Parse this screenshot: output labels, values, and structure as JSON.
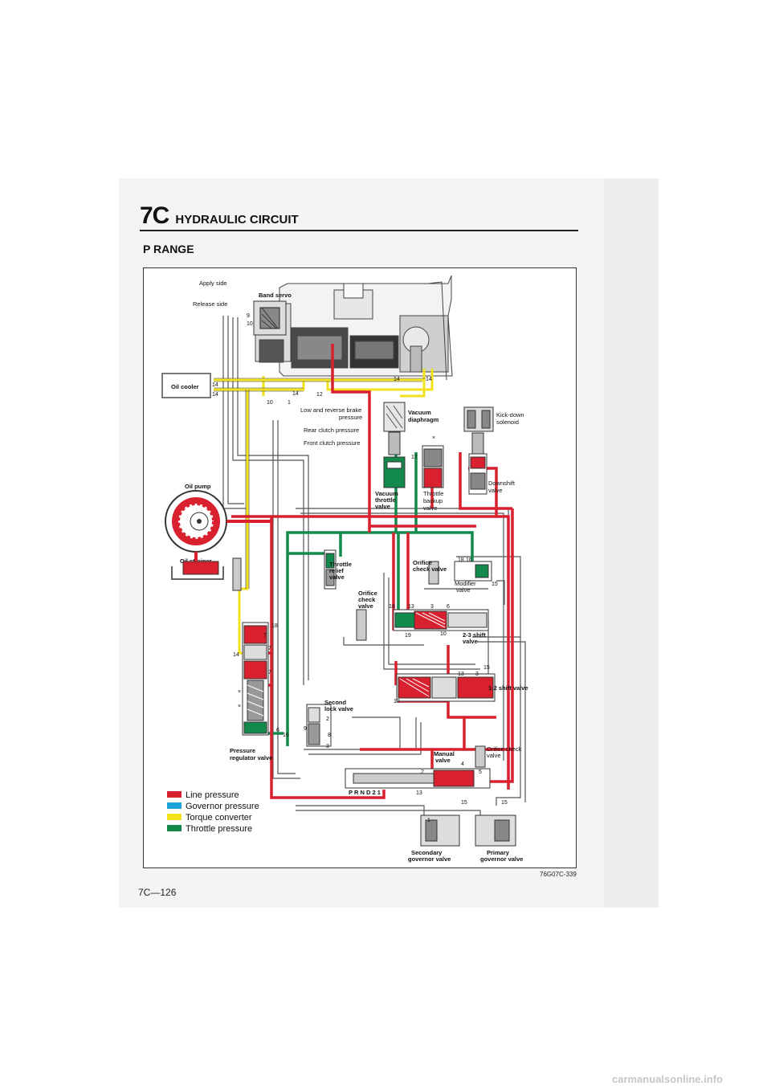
{
  "header": {
    "section_number": "7C",
    "section_title": "HYDRAULIC CIRCUIT",
    "range_title": "P RANGE"
  },
  "colors": {
    "line_pressure": "#d9202e",
    "governor_pressure": "#1aa3dc",
    "torque_converter": "#f2e21c",
    "throttle_pressure": "#138a4c",
    "drain": "#444444"
  },
  "labels": {
    "apply_side": "Apply side",
    "release_side": "Release side",
    "band_servo": "Band servo",
    "oil_cooler": "Oil cooler",
    "low_reverse_1": "Low and reverse brake",
    "low_reverse_2": "pressure",
    "rear_clutch": "Rear clutch pressure",
    "front_clutch": "Front clutch pressure",
    "vacuum_diaphragm_1": "Vacuum",
    "vacuum_diaphragm_2": "diaphragm",
    "kickdown_1": "Kick-down",
    "kickdown_2": "solenoid",
    "vacuum_throttle_1": "Vacuum",
    "vacuum_throttle_2": "throttle",
    "vacuum_throttle_3": "valve",
    "throttle_backup_1": "Throttle",
    "throttle_backup_2": "backup",
    "throttle_backup_3": "valve",
    "downshift_1": "Downshift",
    "downshift_2": "valve",
    "oil_pump": "Oil pump",
    "oil_strainer": "Oil strainer",
    "throttle_relief_1": "Throttle",
    "throttle_relief_2": "relief",
    "throttle_relief_3": "valve",
    "orifice_check_top_1": "Orifice",
    "orifice_check_top_2": "check valve",
    "modifier_1": "Modifier",
    "modifier_2": "valve",
    "orifice_check_mid_1": "Orifice",
    "orifice_check_mid_2": "check",
    "orifice_check_mid_3": "valve",
    "shift_23_1": "2-3 shift",
    "shift_23_2": "valve",
    "shift_12": "1-2 shift valve",
    "second_lock_1": "Second",
    "second_lock_2": "lock valve",
    "pressure_reg_1": "Pressure",
    "pressure_reg_2": "regulator valve",
    "manual_1": "Manual",
    "manual_2": "valve",
    "orifice_check_low_1": "Orifice check",
    "orifice_check_low_2": "valve",
    "selector": "P R N D 2 1",
    "secondary_gov_1": "Secondary",
    "secondary_gov_2": "governor valve",
    "primary_gov_1": "Primary",
    "primary_gov_2": "governor valve"
  },
  "port_numbers": {
    "n14": "14",
    "n10": "10",
    "n9": "9",
    "n1": "1",
    "n12": "12",
    "n17": "17",
    "n18": "18",
    "n16": "16",
    "n15": "15",
    "n13": "13",
    "n3": "3",
    "n6": "6",
    "n19": "19",
    "n7": "7",
    "n2": "2",
    "n8": "8",
    "n4": "4",
    "n5": "5",
    "n11": "11",
    "x": "×"
  },
  "legend": [
    {
      "label": "Line pressure",
      "color": "#d9202e"
    },
    {
      "label": "Governor pressure",
      "color": "#1aa3dc"
    },
    {
      "label": "Torque converter",
      "color": "#f2e21c"
    },
    {
      "label": "Throttle pressure",
      "color": "#138a4c"
    }
  ],
  "figure_code": "76G07C-339",
  "page_number": "7C—126",
  "watermark": "carmanualsonline.info"
}
